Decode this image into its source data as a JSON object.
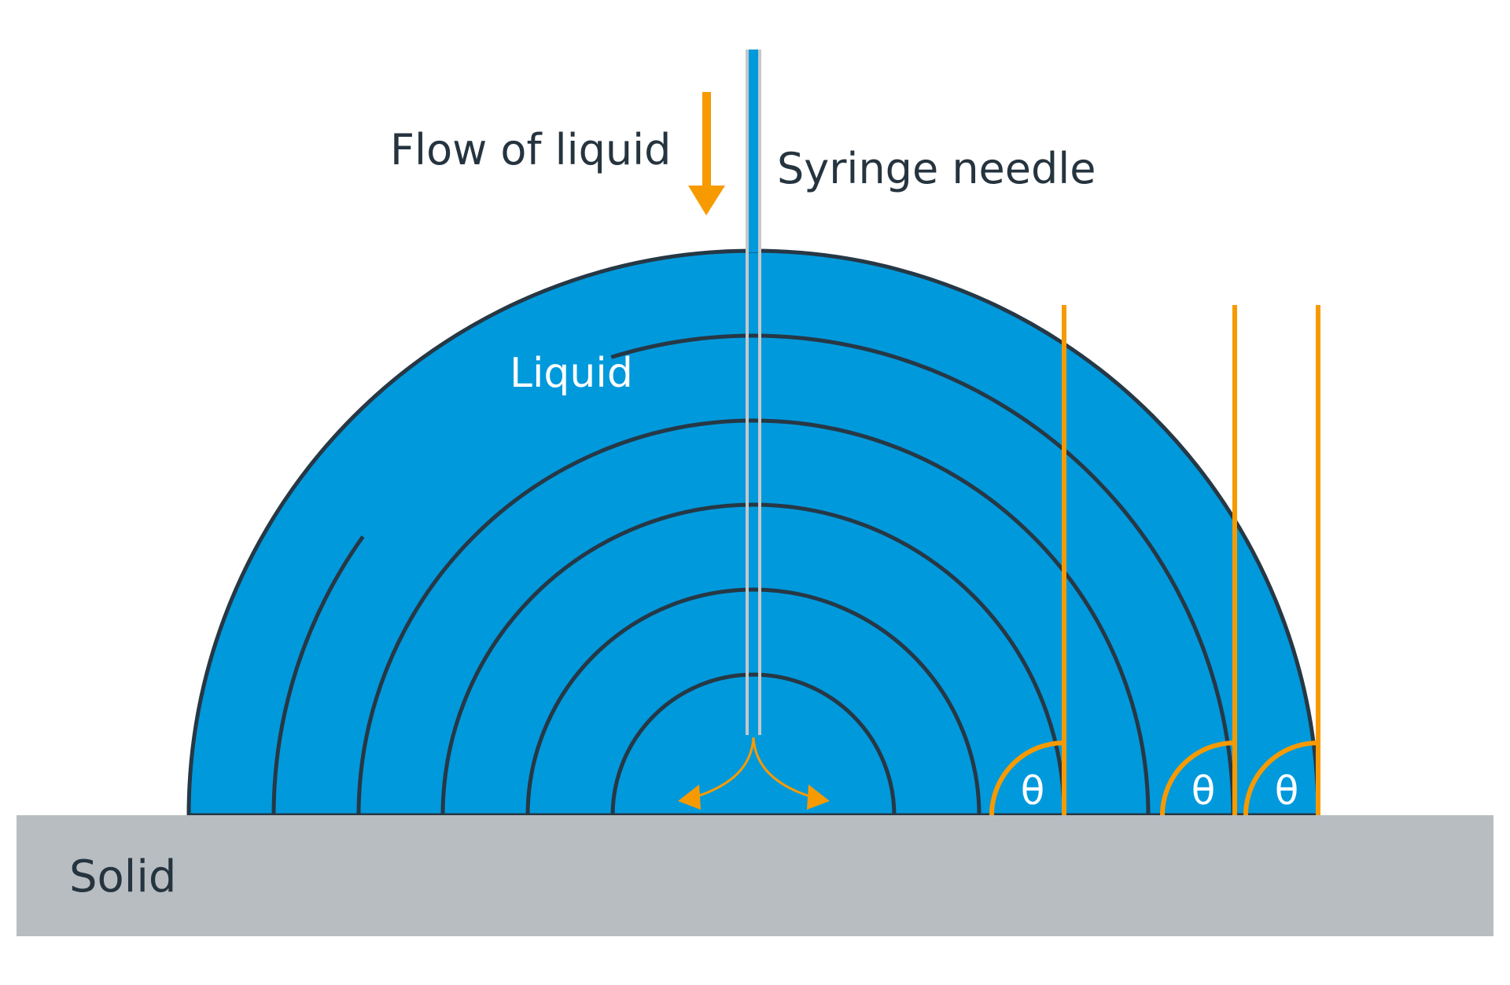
{
  "diagram": {
    "title": "Contact angle measurement - advancing drop",
    "labels": {
      "flow": "Flow of liquid",
      "needle": "Syringe needle",
      "liquid": "Liquid",
      "solid": "Solid"
    },
    "angle_symbol": "θ",
    "angle_markers": [
      {
        "symbol": "θ"
      },
      {
        "symbol": "θ"
      },
      {
        "symbol": "θ"
      }
    ],
    "drop_growth_stages": 6,
    "icons": {
      "flow_arrow": "arrow-down-icon",
      "spread_arrows": "curved-arrows-icon"
    },
    "colors": {
      "liquid": "#0099dc",
      "arc_stroke": "#263845",
      "solid": "#b7bdc1",
      "accent": "#f79a00",
      "text": "#25343f",
      "needle_wall": "#c4c8cb"
    }
  }
}
